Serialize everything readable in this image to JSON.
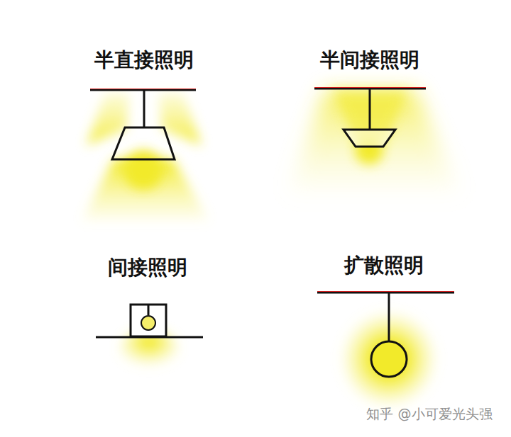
{
  "diagram": {
    "labels": [
      "半直接照明",
      "半间接照明",
      "间接照明",
      "扩散照明",
      "知乎 @小可爱光头强"
    ]
  }
}
